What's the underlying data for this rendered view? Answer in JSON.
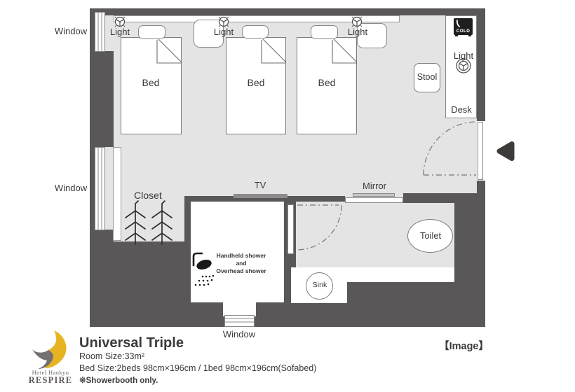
{
  "plan": {
    "window_labels": [
      "Window",
      "Window",
      "Window"
    ],
    "light_labels": [
      "Light",
      "Light",
      "Light",
      "Light"
    ],
    "bed_labels": [
      "Bed",
      "Bed",
      "Bed"
    ],
    "stool_label": "Stool",
    "desk_label": "Desk",
    "closet_label": "Closet",
    "tv_label": "TV",
    "mirror_label": "Mirror",
    "toilet_label": "Toilet",
    "sink_label": "Sink",
    "fridge_label": "COLD",
    "shower_note_lines": [
      "Handheld shower",
      "and",
      "Overhead shower"
    ]
  },
  "footer": {
    "room_name": "Universal Triple",
    "room_size": "Room Size:33m²",
    "bed_size": "Bed Size:2beds 98cm×196cm / 1bed 98cm×196cm(Sofabed)",
    "note": "※Showerbooth only.",
    "image_tag": "【Image】",
    "logo": {
      "line1": "Hotel Hankyu",
      "line2": "RESPIRE"
    }
  },
  "colors": {
    "wall": "#595757",
    "floor": "#e5e4e4",
    "logo_yellow": "#e7b322",
    "logo_gray": "#757071",
    "arrow": "#3e3a39",
    "text": "#3a3a3a"
  }
}
